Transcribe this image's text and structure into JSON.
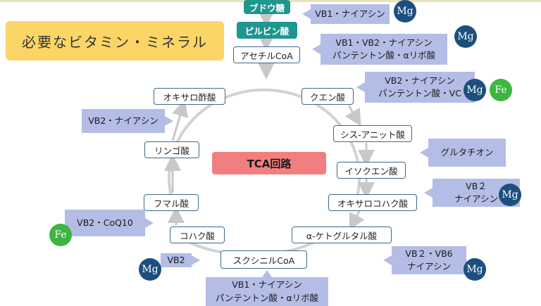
{
  "title": "必要なビタミン・ミネラル",
  "center_label": "TCA回路",
  "nodes": {
    "glucose": "ブドウ糖",
    "pyruvate": "ピルビン酸",
    "acetylcoa": "アセチルCoA",
    "citrate": "クエン酸",
    "cis_aconitate": "シス-アニット酸",
    "isocitrate": "イソクエン酸",
    "oxalosuccinate": "オキサロコハク酸",
    "ketoglutarate": "α-ケトグルタル酸",
    "succinylcoa": "スクシニルCoA",
    "succinate": "コハク酸",
    "fumarate": "フマル酸",
    "malate": "リンゴ酸",
    "oxaloacetate": "オキサロ酢酸"
  },
  "callouts": {
    "c1": [
      "VB1・ナイアシン"
    ],
    "c2": [
      "VB1・VB2・ナイアシン",
      "パンテントン酸・αリボ酸"
    ],
    "c3": [
      "VB2・ナイアシン",
      "パンテントン酸・VC"
    ],
    "c4": [
      "グルタチオン"
    ],
    "c5": [
      "VB２",
      "ナイアシン"
    ],
    "c6": [
      "VB２・VB6",
      "ナイアシン"
    ],
    "c7": [
      "VB1・ナイアシン",
      "パンテントン酸・αリボ酸"
    ],
    "c8": [
      "VB2"
    ],
    "c9": [
      "VB2・CoQ10"
    ],
    "c10": [
      "VB2・ナイアシン"
    ]
  },
  "badges": {
    "mg": "Mg",
    "fe": "Fe"
  },
  "colors": {
    "mg": "#1d4f7e",
    "fe": "#3db541",
    "callout": "#b4bde6",
    "title_bg": "#fbd566",
    "center_bg": "#f27f7f",
    "teal": "#1f9690"
  }
}
